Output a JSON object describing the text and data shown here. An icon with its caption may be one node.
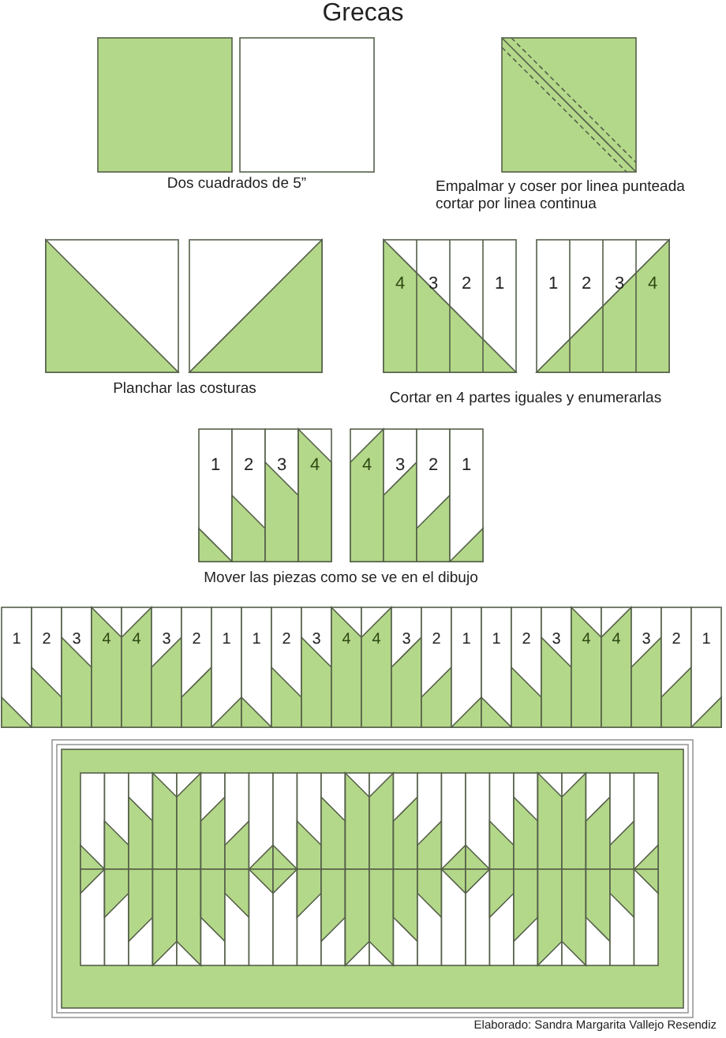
{
  "diagram": {
    "title": "Grecas",
    "caption": "Elaborado: Sandra Margarita Vallejo Resendiz",
    "labels": [
      "Dos cuadrados de 5”",
      "Empalmar y coser por linea punteada",
      "cortar por linea continua",
      "4",
      "3",
      "2",
      "1",
      "1",
      "2",
      "3",
      "4",
      "Planchar las costuras",
      "Cortar en 4 partes iguales y enumerarlas",
      "1",
      "2",
      "3",
      "4",
      "4",
      "3",
      "2",
      "1",
      "Mover las piezas como se ve en el dibujo",
      "1",
      "2",
      "3",
      "4",
      "4",
      "3",
      "2",
      "1",
      "1",
      "2",
      "3",
      "4",
      "4",
      "3",
      "2",
      "1",
      "1",
      "2",
      "3",
      "4",
      "4",
      "3",
      "2",
      "1"
    ]
  }
}
